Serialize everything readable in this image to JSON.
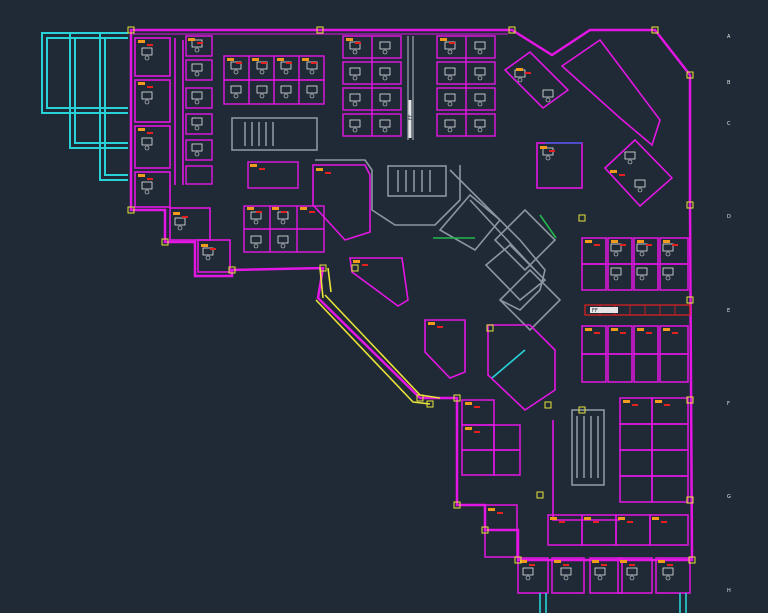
{
  "colors": {
    "background": "#1f2a36",
    "walls": "#e316e3",
    "structure": "#8c96a0",
    "cyan": "#27d3d9",
    "yellow": "#e8e23a",
    "orange": "#f29a1e",
    "red": "#e52020",
    "white": "#e6e6e6",
    "green": "#22b84c",
    "blue": "#3a5bd8"
  },
  "grid_markers": [
    "A",
    "B",
    "C",
    "D",
    "E",
    "F",
    "G",
    "H"
  ],
  "corridor_tags": [
    "FF",
    "FF"
  ],
  "icons": [
    "desk-cluster-icon",
    "stair-icon",
    "door-swing-icon",
    "column-grid-icon"
  ]
}
